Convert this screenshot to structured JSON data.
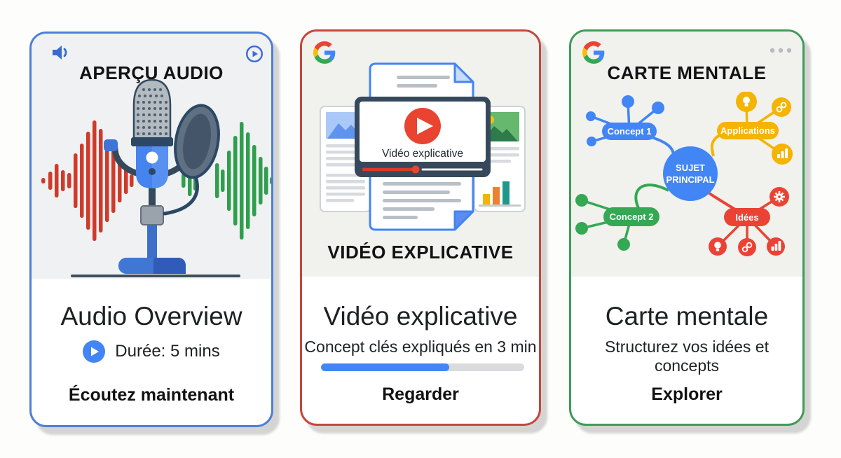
{
  "colors": {
    "google_blue": "#4285F4",
    "google_red": "#EA4335",
    "google_green": "#34A853",
    "google_yellow": "#F4B400",
    "navy": "#36495C",
    "audio_border": "#4e7ed8",
    "video_border": "#c7463c",
    "mindmap_border": "#3f9b58"
  },
  "audio_card": {
    "caption": "APERÇU AUDIO",
    "title": "Audio Overview",
    "duration_label": "Durée: 5 mins",
    "action_label": "Écoutez maintenant",
    "icons": [
      "speaker-icon",
      "play-circle-outline-icon",
      "play-circle-icon",
      "microphone-illustration",
      "waveform-red",
      "waveform-green"
    ]
  },
  "video_card": {
    "caption": "VIDÉO EXPLICATIVE",
    "title": "Vidéo explicative",
    "subtitle": "Concept clés expliqués en 3 min",
    "player_label": "Vidéo explicative",
    "action_label": "Regarder",
    "progress_percent": 63,
    "icons": [
      "google-g-icon",
      "play-circle-icon",
      "document-illustration"
    ]
  },
  "mindmap_card": {
    "caption": "CARTE MENTALE",
    "title": "Carte mentale",
    "subtitle": "Structurez vos idées et concepts",
    "action_label": "Explorer",
    "icons": [
      "google-g-icon",
      "ellipsis-icon",
      "lightbulb-icon",
      "link-icon",
      "bar-chart-icon",
      "gear-icon"
    ],
    "nodes": {
      "central_line1": "SUJET",
      "central_line2": "PRINCIPAL",
      "concept1": "Concept 1",
      "concept2": "Concept 2",
      "applications": "Applications",
      "ideas": "Idées"
    }
  }
}
